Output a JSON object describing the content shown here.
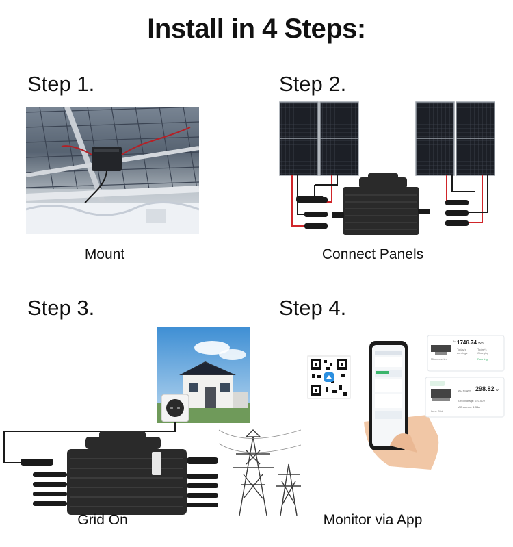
{
  "title": "Install in 4 Steps:",
  "steps": [
    {
      "heading": "Step 1.",
      "caption": "Mount"
    },
    {
      "heading": "Step 2.",
      "caption": "Connect Panels"
    },
    {
      "heading": "Step 3.",
      "caption": "Grid On"
    },
    {
      "heading": "Step 4.",
      "caption": "Monitor via App"
    }
  ],
  "app_cards": {
    "card1": {
      "value": "1746.74",
      "unit": "Wh",
      "label1": "Today's",
      "label2": "earnings",
      "label3": "Today's",
      "label4": "Charging",
      "device_label": "Microinverter",
      "status": "Running"
    },
    "card2": {
      "ac_power_label": "AC Power:",
      "ac_power_value": "298.82",
      "ac_power_unit": "w",
      "grid_voltage_label": "Grid Voltage:",
      "grid_voltage_value": "223.00V",
      "ac_current_label": "AC current:",
      "ac_current_value": "1.34A",
      "home_grid_label": "Home Grid"
    }
  },
  "colors": {
    "inverter": "#2a2a2a",
    "panel": "#1c1f26",
    "wire_red": "#d0262a",
    "wire_black": "#1a1a1a",
    "sky": "#5a9fd8",
    "accent_green": "#3bb56c"
  }
}
